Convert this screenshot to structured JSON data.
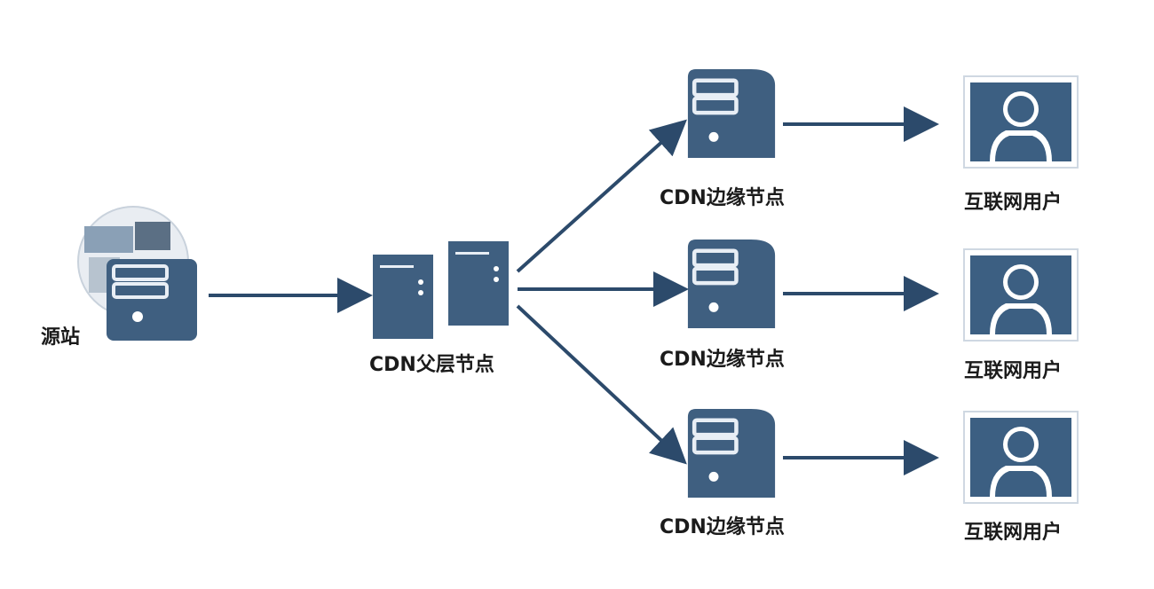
{
  "colors": {
    "server_fill": "#3f5f80",
    "server_light": "#7f9cb8",
    "arrow": "#2c4a6b",
    "user_frame": "#cfd8e2",
    "user_fill": "#3c5f82"
  },
  "origin": {
    "label": "源站",
    "icon": "server-icon"
  },
  "parent": {
    "label": "CDN父层节点",
    "icon": "server-pair-icon"
  },
  "edges": [
    {
      "label": "CDN边缘节点",
      "icon": "server-icon"
    },
    {
      "label": "CDN边缘节点",
      "icon": "server-icon"
    },
    {
      "label": "CDN边缘节点",
      "icon": "server-icon"
    }
  ],
  "users": [
    {
      "label": "互联网用户",
      "icon": "user-icon"
    },
    {
      "label": "互联网用户",
      "icon": "user-icon"
    },
    {
      "label": "互联网用户",
      "icon": "user-icon"
    }
  ]
}
